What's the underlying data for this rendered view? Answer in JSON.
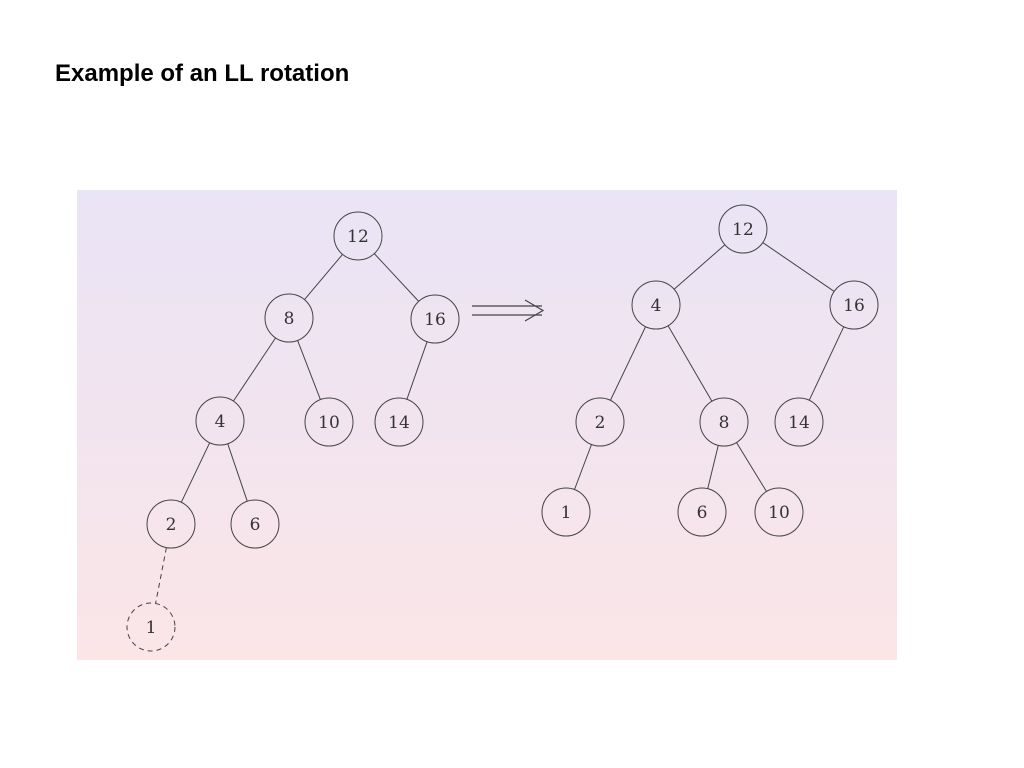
{
  "slide": {
    "title": "Example of an LL rotation"
  },
  "colors": {
    "background_top": "#e9e4f6",
    "background_bottom": "#fbe5e7",
    "stroke": "#444444",
    "text": "#333333"
  },
  "diagram": {
    "before_tree": {
      "root": {
        "key": "12",
        "children": [
          {
            "key": "8",
            "children": [
              {
                "key": "4",
                "children": [
                  {
                    "key": "2",
                    "children": [
                      {
                        "key": "1",
                        "inserted": true
                      }
                    ]
                  },
                  {
                    "key": "6"
                  }
                ]
              },
              {
                "key": "10"
              }
            ]
          },
          {
            "key": "16",
            "children": [
              {
                "key": "14"
              }
            ]
          }
        ]
      }
    },
    "transition": "double-arrow-right",
    "after_tree": {
      "root": {
        "key": "12",
        "children": [
          {
            "key": "4",
            "children": [
              {
                "key": "2",
                "children": [
                  {
                    "key": "1"
                  }
                ]
              },
              {
                "key": "8",
                "children": [
                  {
                    "key": "6"
                  },
                  {
                    "key": "10"
                  }
                ]
              }
            ]
          },
          {
            "key": "16",
            "children": [
              {
                "key": "14"
              }
            ]
          }
        ]
      }
    }
  }
}
